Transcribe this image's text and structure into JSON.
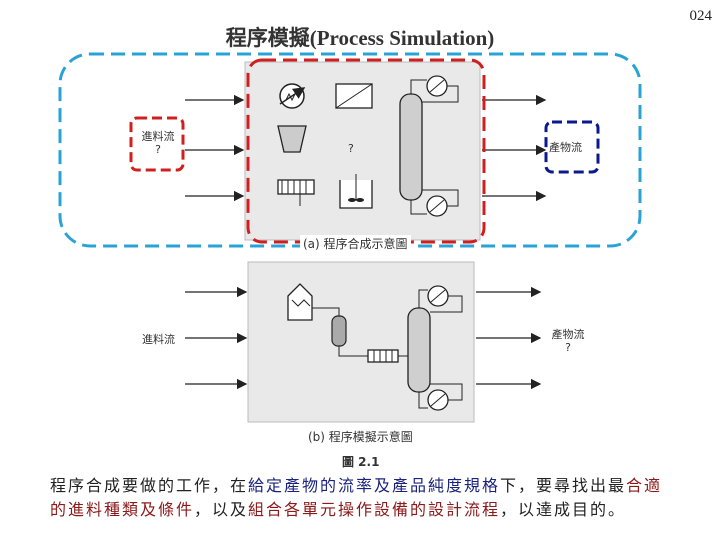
{
  "title": "程序模擬(Process Simulation)",
  "page_number": "024",
  "diagram": {
    "caption_a": "(a) 程序合成示意圖",
    "caption_b": "(b) 程序模擬示意圖",
    "figure_number": "圖 2.1",
    "feed_a_line1": "進料流",
    "feed_a_line2": "?",
    "product_a": "產物流",
    "unknown_mark": "?",
    "feed_b": "進料流",
    "product_b_line1": "產物流",
    "product_b_line2": "?",
    "colors": {
      "blue_dashed": "#29a3d6",
      "red_dashed": "#d11f1f",
      "navy_dashed": "#0a1a8c",
      "panel_gray": "#e9e9e9"
    }
  },
  "body": {
    "seg1": "程序合成要做的工作，在",
    "seg2": "給定產物的流率及產品純度規格",
    "seg3": "下，要尋找出最",
    "seg4": "合適的進料種類及條件",
    "seg5": "，以及",
    "seg6": "組合各單元操作設備的設計流程",
    "seg7": "，以達成目的。"
  }
}
